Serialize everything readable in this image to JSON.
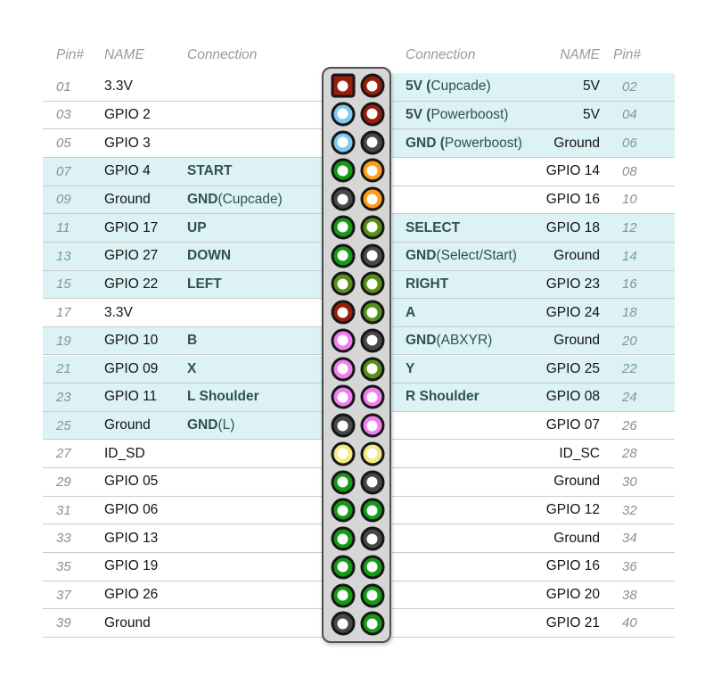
{
  "headers": {
    "left": {
      "pin": "Pin#",
      "name": "NAME",
      "conn": "Connection"
    },
    "right": {
      "conn": "Connection",
      "name": "NAME",
      "pin": "Pin#"
    }
  },
  "colors": {
    "highlight_row_bg": "#dcf2f4",
    "row_divider": "#c7cbcb",
    "strip_bg": "#d6d6d6",
    "strip_border": "#4f4f4f",
    "connection_text": "#2f5153",
    "name_text": "#131313",
    "pin_number_text": "#8e8e8e",
    "pin_colors": {
      "red": "#9a1e0c",
      "blue": "#7fc9f2",
      "green": "#149a14",
      "dgreen": "#55901b",
      "orange": "#ff9d19",
      "gray": "#484848",
      "violet": "#f07ff0",
      "yellow": "#f2ec7f"
    }
  },
  "rows_left": [
    {
      "pin": "01",
      "name": "3.3V",
      "conn_b": "",
      "conn_r": "",
      "hl": false,
      "color": "red",
      "square": true
    },
    {
      "pin": "03",
      "name": "GPIO 2",
      "conn_b": "",
      "conn_r": "",
      "hl": false,
      "color": "blue",
      "square": false
    },
    {
      "pin": "05",
      "name": "GPIO 3",
      "conn_b": "",
      "conn_r": "",
      "hl": false,
      "color": "blue",
      "square": false
    },
    {
      "pin": "07",
      "name": "GPIO 4",
      "conn_b": "START",
      "conn_r": "",
      "hl": true,
      "color": "green",
      "square": false
    },
    {
      "pin": "09",
      "name": "Ground",
      "conn_b": "GND",
      "conn_r": " (Cupcade)",
      "hl": true,
      "color": "gray",
      "square": false
    },
    {
      "pin": "11",
      "name": "GPIO 17",
      "conn_b": "UP",
      "conn_r": "",
      "hl": true,
      "color": "green",
      "square": false
    },
    {
      "pin": "13",
      "name": "GPIO 27",
      "conn_b": "DOWN",
      "conn_r": "",
      "hl": true,
      "color": "green",
      "square": false
    },
    {
      "pin": "15",
      "name": "GPIO 22",
      "conn_b": "LEFT",
      "conn_r": "",
      "hl": true,
      "color": "dgreen",
      "square": false
    },
    {
      "pin": "17",
      "name": "3.3V",
      "conn_b": "",
      "conn_r": "",
      "hl": false,
      "color": "red",
      "square": false
    },
    {
      "pin": "19",
      "name": "GPIO 10",
      "conn_b": "B",
      "conn_r": "",
      "hl": true,
      "color": "violet",
      "square": false
    },
    {
      "pin": "21",
      "name": "GPIO 09",
      "conn_b": "X",
      "conn_r": "",
      "hl": true,
      "color": "violet",
      "square": false
    },
    {
      "pin": "23",
      "name": "GPIO 11",
      "conn_b": "L Shoulder",
      "conn_r": "",
      "hl": true,
      "color": "violet",
      "square": false
    },
    {
      "pin": "25",
      "name": "Ground",
      "conn_b": "GND",
      "conn_r": " (L)",
      "hl": true,
      "color": "gray",
      "square": false
    },
    {
      "pin": "27",
      "name": "ID_SD",
      "conn_b": "",
      "conn_r": "",
      "hl": false,
      "color": "yellow",
      "square": false
    },
    {
      "pin": "29",
      "name": "GPIO 05",
      "conn_b": "",
      "conn_r": "",
      "hl": false,
      "color": "green",
      "square": false
    },
    {
      "pin": "31",
      "name": "GPIO 06",
      "conn_b": "",
      "conn_r": "",
      "hl": false,
      "color": "green",
      "square": false
    },
    {
      "pin": "33",
      "name": "GPIO 13",
      "conn_b": "",
      "conn_r": "",
      "hl": false,
      "color": "green",
      "square": false
    },
    {
      "pin": "35",
      "name": "GPIO 19",
      "conn_b": "",
      "conn_r": "",
      "hl": false,
      "color": "green",
      "square": false
    },
    {
      "pin": "37",
      "name": "GPIO 26",
      "conn_b": "",
      "conn_r": "",
      "hl": false,
      "color": "green",
      "square": false
    },
    {
      "pin": "39",
      "name": "Ground",
      "conn_b": "",
      "conn_r": "",
      "hl": false,
      "color": "gray",
      "square": false
    }
  ],
  "rows_right": [
    {
      "pin": "02",
      "name": "5V",
      "conn_b": "5V (",
      "conn_r": "Cupcade)",
      "hl": true,
      "color": "red",
      "square": false
    },
    {
      "pin": "04",
      "name": "5V",
      "conn_b": "5V (",
      "conn_r": "Powerboost)",
      "hl": true,
      "color": "red",
      "square": false
    },
    {
      "pin": "06",
      "name": "Ground",
      "conn_b": "GND (",
      "conn_r": "Powerboost)",
      "hl": true,
      "color": "gray",
      "square": false
    },
    {
      "pin": "08",
      "name": "GPIO 14",
      "conn_b": "",
      "conn_r": "",
      "hl": false,
      "color": "orange",
      "square": false
    },
    {
      "pin": "10",
      "name": "GPIO 16",
      "conn_b": "",
      "conn_r": "",
      "hl": false,
      "color": "orange",
      "square": false
    },
    {
      "pin": "12",
      "name": "GPIO 18",
      "conn_b": "SELECT",
      "conn_r": "",
      "hl": true,
      "color": "dgreen",
      "square": false
    },
    {
      "pin": "14",
      "name": "Ground",
      "conn_b": "GND",
      "conn_r": " (Select/Start)",
      "hl": true,
      "color": "gray",
      "square": false
    },
    {
      "pin": "16",
      "name": "GPIO 23",
      "conn_b": "RIGHT",
      "conn_r": "",
      "hl": true,
      "color": "dgreen",
      "square": false
    },
    {
      "pin": "18",
      "name": "GPIO 24",
      "conn_b": "A",
      "conn_r": "",
      "hl": true,
      "color": "dgreen",
      "square": false
    },
    {
      "pin": "20",
      "name": "Ground",
      "conn_b": "GND",
      "conn_r": " (ABXYR)",
      "hl": true,
      "color": "gray",
      "square": false
    },
    {
      "pin": "22",
      "name": "GPIO 25",
      "conn_b": "Y",
      "conn_r": "",
      "hl": true,
      "color": "dgreen",
      "square": false
    },
    {
      "pin": "24",
      "name": "GPIO 08",
      "conn_b": "R Shoulder",
      "conn_r": "",
      "hl": true,
      "color": "violet",
      "square": false
    },
    {
      "pin": "26",
      "name": "GPIO 07",
      "conn_b": "",
      "conn_r": "",
      "hl": false,
      "color": "violet",
      "square": false
    },
    {
      "pin": "28",
      "name": "ID_SC",
      "conn_b": "",
      "conn_r": "",
      "hl": false,
      "color": "yellow",
      "square": false
    },
    {
      "pin": "30",
      "name": "Ground",
      "conn_b": "",
      "conn_r": "",
      "hl": false,
      "color": "gray",
      "square": false
    },
    {
      "pin": "32",
      "name": "GPIO 12",
      "conn_b": "",
      "conn_r": "",
      "hl": false,
      "color": "green",
      "square": false
    },
    {
      "pin": "34",
      "name": "Ground",
      "conn_b": "",
      "conn_r": "",
      "hl": false,
      "color": "gray",
      "square": false
    },
    {
      "pin": "36",
      "name": "GPIO 16",
      "conn_b": "",
      "conn_r": "",
      "hl": false,
      "color": "green",
      "square": false
    },
    {
      "pin": "38",
      "name": "GPIO 20",
      "conn_b": "",
      "conn_r": "",
      "hl": false,
      "color": "green",
      "square": false
    },
    {
      "pin": "40",
      "name": "GPIO 21",
      "conn_b": "",
      "conn_r": "",
      "hl": false,
      "color": "green",
      "square": false
    }
  ]
}
